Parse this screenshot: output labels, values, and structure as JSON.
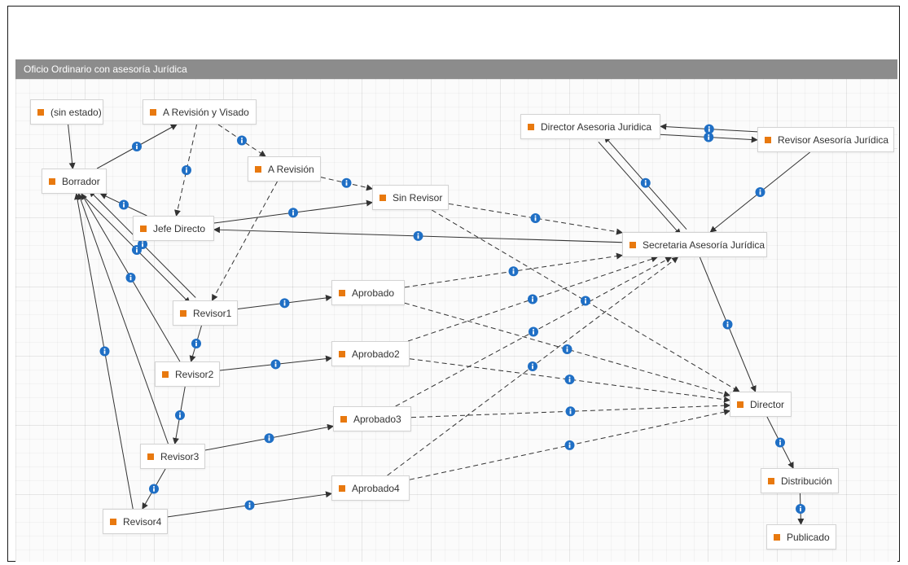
{
  "workflow": {
    "title": "Oficio Ordinario con asesoría Jurídica",
    "colors": {
      "titlebar": "#8c8c8c",
      "state_marker": "#e8790f",
      "info_badge": "#1f6fc5",
      "arrow": "#333333",
      "node_border": "#d3d3d3"
    },
    "info_icon": "info-circle-icon",
    "states": {
      "sin_estado": "(sin estado)",
      "borrador": "Borrador",
      "a_revision_visado": "A Revisión y Visado",
      "a_revision": "A Revisión",
      "sin_revisor": "Sin Revisor",
      "jefe_directo": "Jefe Directo",
      "revisor1": "Revisor1",
      "revisor2": "Revisor2",
      "revisor3": "Revisor3",
      "revisor4": "Revisor4",
      "aprobado": "Aprobado",
      "aprobado2": "Aprobado2",
      "aprobado3": "Aprobado3",
      "aprobado4": "Aprobado4",
      "director_asesoria": "Director Asesoria Juridica",
      "revisor_asesoria": "Revisor Asesoría Jurídica",
      "secretaria_asesoria": "Secretaria Asesoría Jurídica",
      "director": "Director",
      "distribucion": "Distribución",
      "publicado": "Publicado"
    },
    "transitions": [
      {
        "from": "sin_estado",
        "to": "borrador",
        "style": "solid",
        "info": false
      },
      {
        "from": "borrador",
        "to": "a_revision_visado",
        "style": "solid",
        "info": true
      },
      {
        "from": "a_revision_visado",
        "to": "a_revision",
        "style": "dashed",
        "info": true
      },
      {
        "from": "a_revision_visado",
        "to": "jefe_directo",
        "style": "dashed",
        "info": true
      },
      {
        "from": "a_revision",
        "to": "sin_revisor",
        "style": "dashed",
        "info": true
      },
      {
        "from": "a_revision",
        "to": "revisor1",
        "style": "dashed",
        "info": false
      },
      {
        "from": "jefe_directo",
        "to": "sin_revisor",
        "style": "solid",
        "info": true
      },
      {
        "from": "jefe_directo",
        "to": "borrador",
        "style": "solid",
        "info": true
      },
      {
        "from": "borrador",
        "to": "revisor1",
        "style": "solid",
        "info": true
      },
      {
        "from": "revisor1",
        "to": "borrador",
        "style": "solid",
        "info": true
      },
      {
        "from": "revisor2",
        "to": "borrador",
        "style": "solid",
        "info": true
      },
      {
        "from": "revisor3",
        "to": "borrador",
        "style": "solid",
        "info": false
      },
      {
        "from": "revisor4",
        "to": "borrador",
        "style": "solid",
        "info": true
      },
      {
        "from": "secretaria_asesoria",
        "to": "jefe_directo",
        "style": "solid",
        "info": true
      },
      {
        "from": "sin_revisor",
        "to": "secretaria_asesoria",
        "style": "dashed",
        "info": true
      },
      {
        "from": "sin_revisor",
        "to": "director",
        "style": "dashed",
        "info": true
      },
      {
        "from": "revisor1",
        "to": "aprobado",
        "style": "solid",
        "info": true
      },
      {
        "from": "revisor1",
        "to": "revisor2",
        "style": "solid",
        "info": true
      },
      {
        "from": "revisor2",
        "to": "aprobado2",
        "style": "solid",
        "info": true
      },
      {
        "from": "revisor2",
        "to": "revisor3",
        "style": "solid",
        "info": true
      },
      {
        "from": "revisor3",
        "to": "aprobado3",
        "style": "solid",
        "info": true
      },
      {
        "from": "revisor3",
        "to": "revisor4",
        "style": "solid",
        "info": true
      },
      {
        "from": "revisor4",
        "to": "aprobado4",
        "style": "solid",
        "info": true
      },
      {
        "from": "aprobado",
        "to": "secretaria_asesoria",
        "style": "dashed",
        "info": true
      },
      {
        "from": "aprobado",
        "to": "director",
        "style": "dashed",
        "info": true
      },
      {
        "from": "aprobado2",
        "to": "secretaria_asesoria",
        "style": "dashed",
        "info": true
      },
      {
        "from": "aprobado2",
        "to": "director",
        "style": "dashed",
        "info": true
      },
      {
        "from": "aprobado3",
        "to": "secretaria_asesoria",
        "style": "dashed",
        "info": true
      },
      {
        "from": "aprobado3",
        "to": "director",
        "style": "dashed",
        "info": true
      },
      {
        "from": "aprobado4",
        "to": "secretaria_asesoria",
        "style": "dashed",
        "info": true
      },
      {
        "from": "aprobado4",
        "to": "director",
        "style": "dashed",
        "info": true
      },
      {
        "from": "director_asesoria",
        "to": "revisor_asesoria",
        "style": "solid",
        "info": true
      },
      {
        "from": "revisor_asesoria",
        "to": "director_asesoria",
        "style": "solid",
        "info": true
      },
      {
        "from": "director_asesoria",
        "to": "secretaria_asesoria",
        "style": "solid",
        "info": false
      },
      {
        "from": "secretaria_asesoria",
        "to": "director_asesoria",
        "style": "solid",
        "info": true
      },
      {
        "from": "revisor_asesoria",
        "to": "secretaria_asesoria",
        "style": "solid",
        "info": true
      },
      {
        "from": "secretaria_asesoria",
        "to": "director",
        "style": "solid",
        "info": true
      },
      {
        "from": "director",
        "to": "distribucion",
        "style": "solid",
        "info": true
      },
      {
        "from": "distribucion",
        "to": "publicado",
        "style": "solid",
        "info": true
      }
    ]
  }
}
